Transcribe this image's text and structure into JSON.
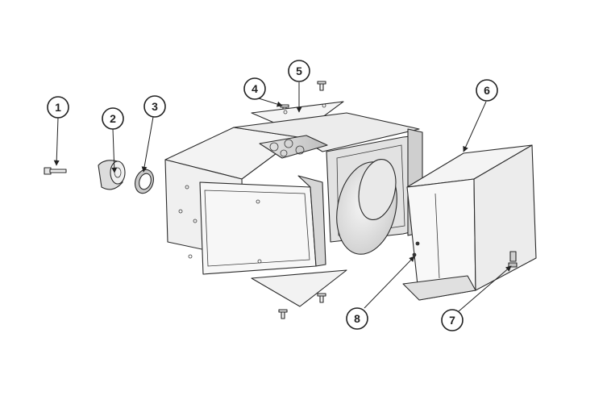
{
  "diagram": {
    "callouts": [
      {
        "id": "1",
        "label": "1"
      },
      {
        "id": "2",
        "label": "2"
      },
      {
        "id": "3",
        "label": "3"
      },
      {
        "id": "4",
        "label": "4"
      },
      {
        "id": "5",
        "label": "5"
      },
      {
        "id": "6",
        "label": "6"
      },
      {
        "id": "7",
        "label": "7"
      },
      {
        "id": "8",
        "label": "8"
      }
    ],
    "colors": {
      "line": "#222222",
      "panel": "#f4f4f4",
      "shade": "#d9d9d9",
      "dark": "#8a8a8a"
    }
  }
}
